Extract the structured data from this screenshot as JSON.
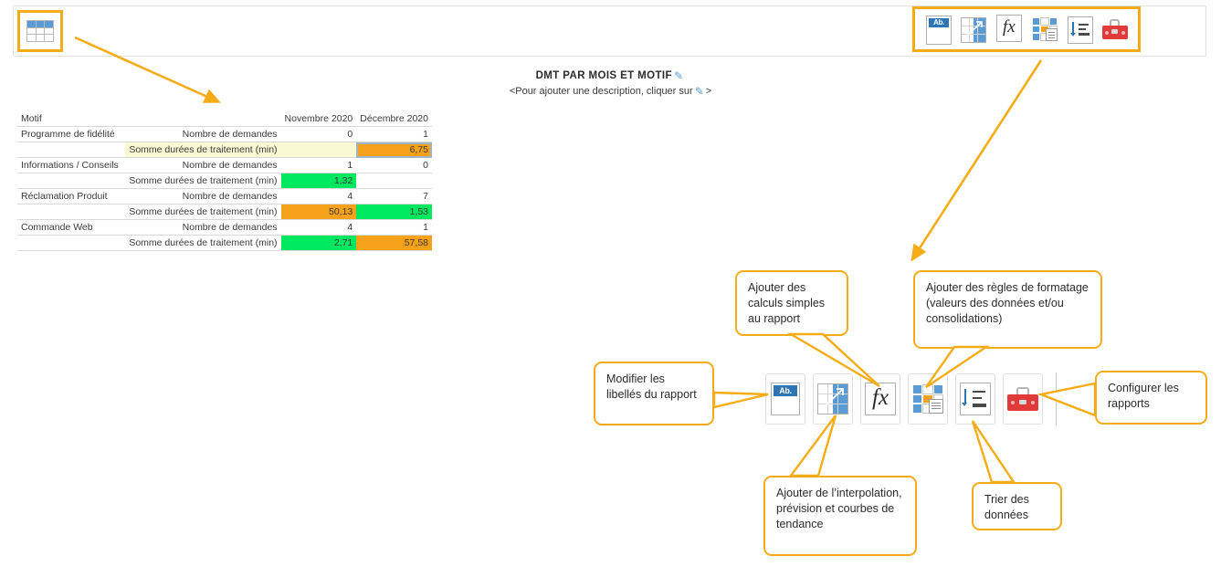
{
  "toolbar": {
    "table_tool_name": "table-grid-tool",
    "icons": [
      {
        "name": "edit-labels-icon",
        "label": "Ab."
      },
      {
        "name": "trend-curve-icon",
        "label": ""
      },
      {
        "name": "formula-icon",
        "label": "fx"
      },
      {
        "name": "conditional-format-icon",
        "label": ""
      },
      {
        "name": "sort-icon",
        "label": ""
      },
      {
        "name": "toolbox-icon",
        "label": ""
      }
    ]
  },
  "report": {
    "title": "DMT PAR MOIS ET MOTIF",
    "subtitle_prefix": "<Pour ajouter une description, cliquer sur",
    "subtitle_suffix": ">",
    "edit_icon": "pencil-icon"
  },
  "table": {
    "headers": [
      "Motif",
      "",
      "Novembre 2020",
      "Décembre 2020"
    ],
    "measure_count": "Nombre de demandes",
    "measure_sum": "Somme durées de traitement (min)",
    "rows": [
      {
        "motif": "Programme de fidélité",
        "count": {
          "nov": "0",
          "dec": "1",
          "nov_bg": "none",
          "dec_bg": "none"
        },
        "sum": {
          "nov": "",
          "dec": "6,75",
          "nov_bg": "pale",
          "dec_bg": "orange",
          "dec_selected": true,
          "label_bg": "pale"
        }
      },
      {
        "motif": "Informations / Conseils",
        "count": {
          "nov": "1",
          "dec": "0",
          "nov_bg": "none",
          "dec_bg": "none"
        },
        "sum": {
          "nov": "1,32",
          "dec": "",
          "nov_bg": "green",
          "dec_bg": "none",
          "label_bg": "none"
        }
      },
      {
        "motif": "Réclamation Produit",
        "count": {
          "nov": "4",
          "dec": "7",
          "nov_bg": "none",
          "dec_bg": "none"
        },
        "sum": {
          "nov": "50,13",
          "dec": "1,53",
          "nov_bg": "orange",
          "dec_bg": "green",
          "label_bg": "none"
        }
      },
      {
        "motif": "Commande Web",
        "count": {
          "nov": "4",
          "dec": "1",
          "nov_bg": "none",
          "dec_bg": "none"
        },
        "sum": {
          "nov": "2,71",
          "dec": "57,58",
          "nov_bg": "green",
          "dec_bg": "orange",
          "label_bg": "none"
        }
      }
    ]
  },
  "callouts": {
    "edit_labels": "Modifier les libellés du rapport",
    "calculations": "Ajouter des calculs simples au rapport",
    "formatting": "Ajouter des règles de formatage (valeurs des données et/ou consolidations)",
    "configure": "Configurer les rapports",
    "interpolation": "Ajouter de l’interpolation, prévision et courbes de tendance",
    "sorting": "Trier des données"
  },
  "colors": {
    "accent": "#f5ac16",
    "green": "#00e860",
    "orange": "#f5a11a",
    "pale_yellow": "#fbf8d4",
    "blue": "#5b9bd5",
    "red": "#e03a3a"
  }
}
